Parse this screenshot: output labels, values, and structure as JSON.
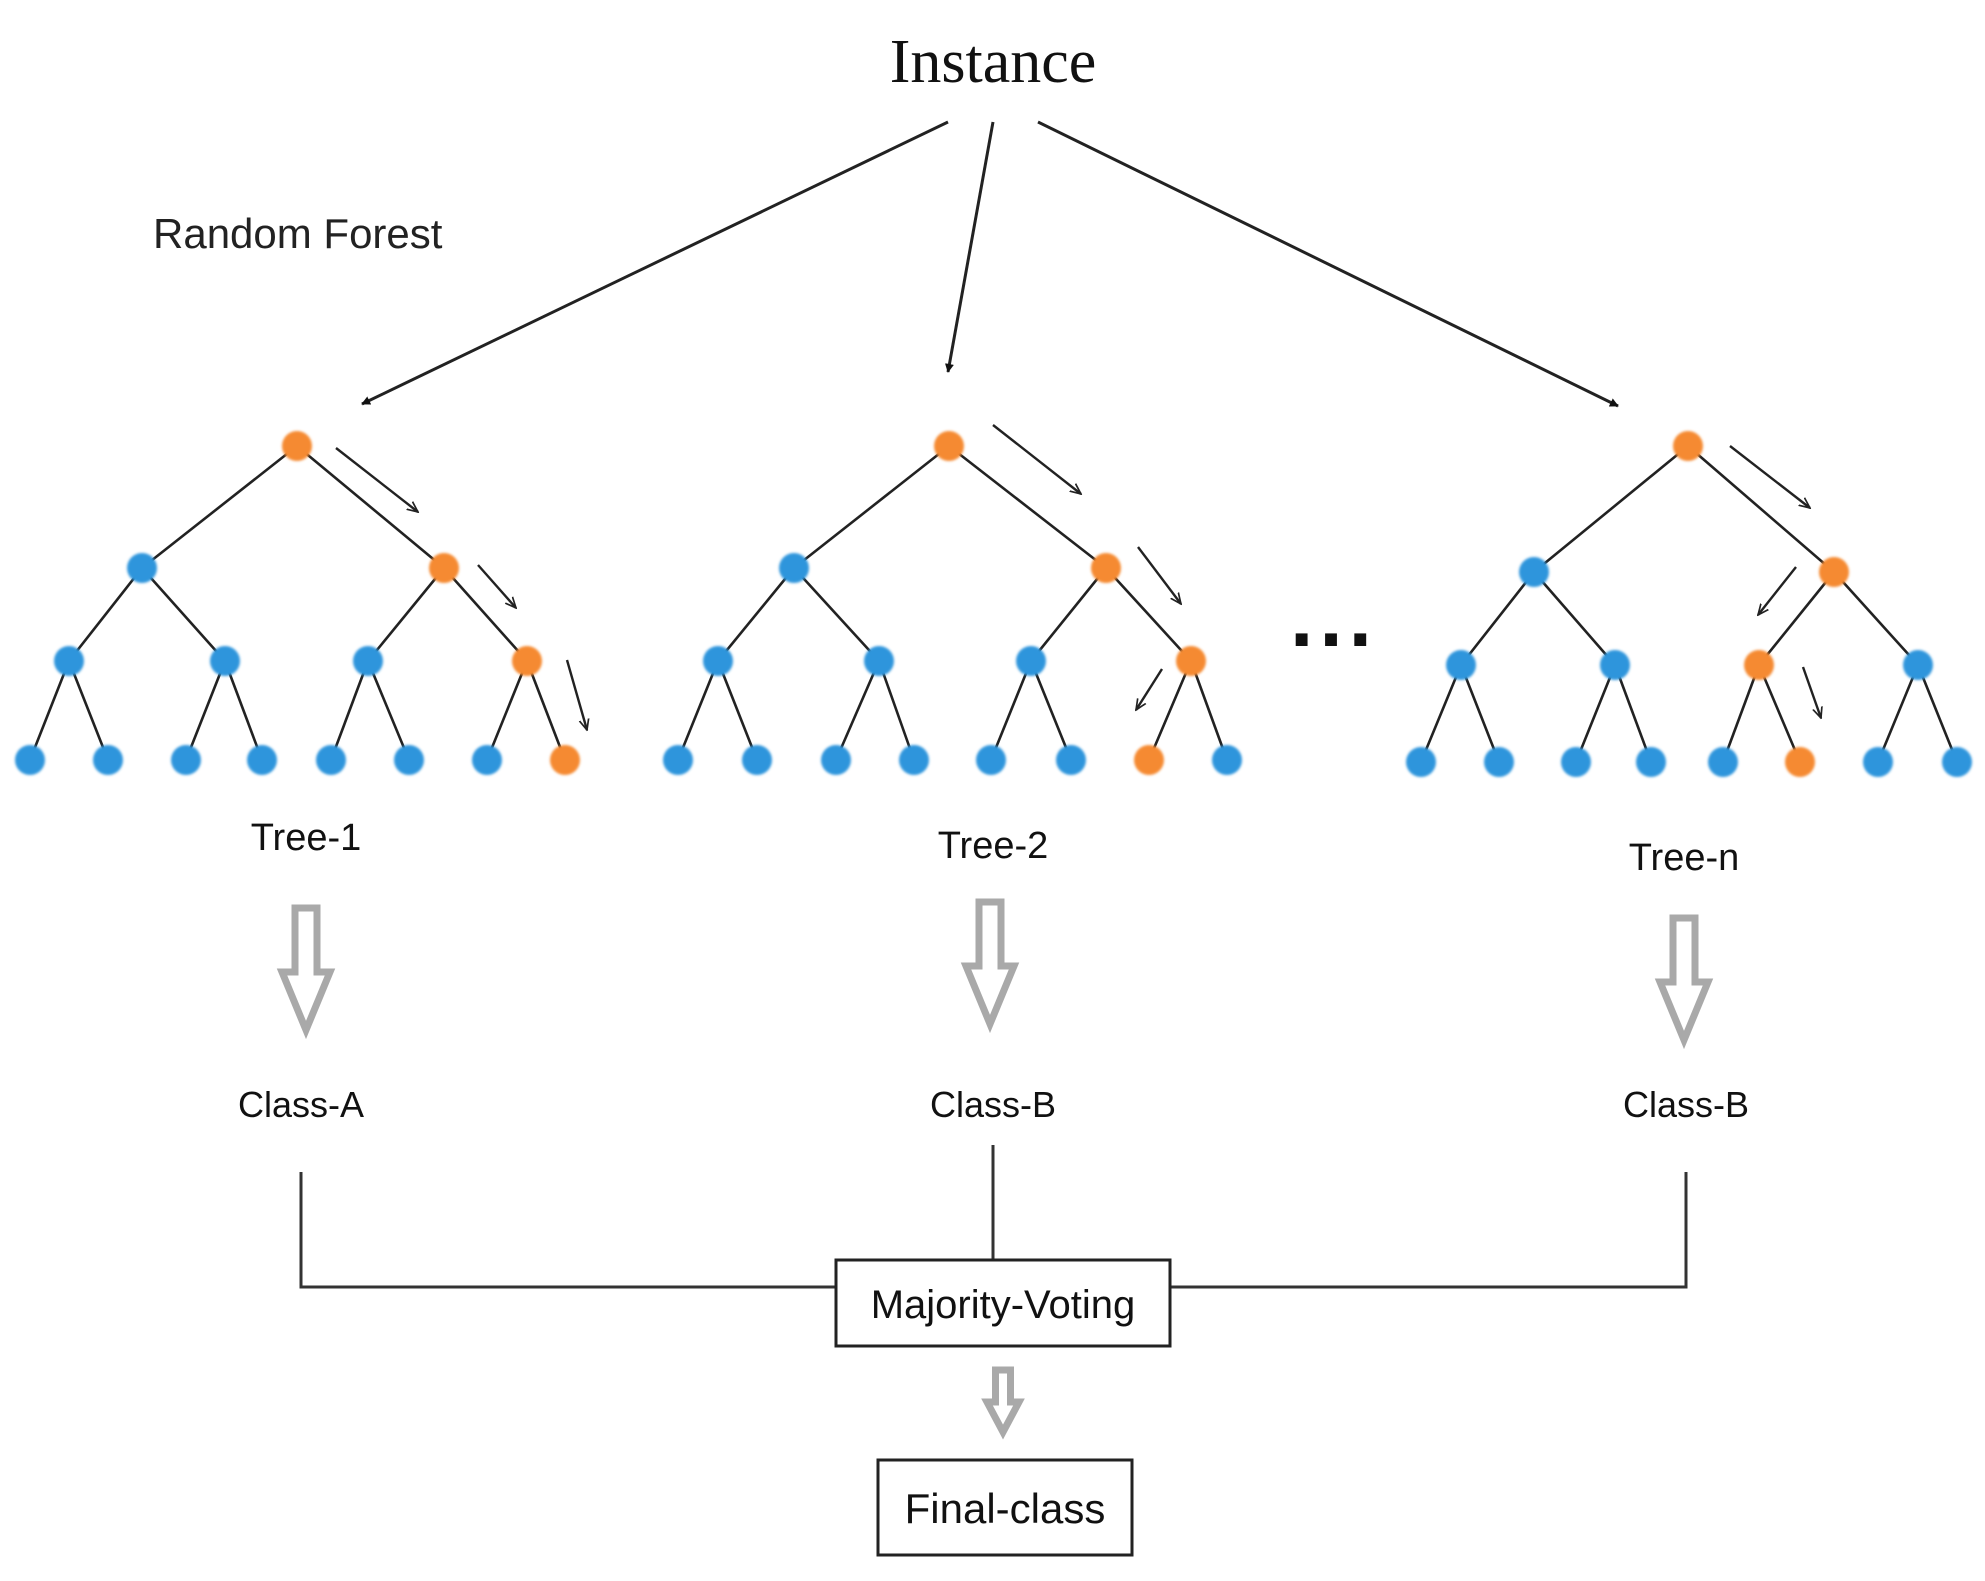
{
  "title": "Instance",
  "label": "Random Forest",
  "ellipsis": "...",
  "colors": {
    "inactive_node": "#2f95dc",
    "path_node": "#f58a32",
    "hollow_arrow": "#a9a9a9",
    "line": "#222222"
  },
  "trees": [
    {
      "name": "Tree-1",
      "output": "Class-A"
    },
    {
      "name": "Tree-2",
      "output": "Class-B"
    },
    {
      "name": "Tree-n",
      "output": "Class-B"
    }
  ],
  "aggregator": "Majority-Voting",
  "result": "Final-class"
}
